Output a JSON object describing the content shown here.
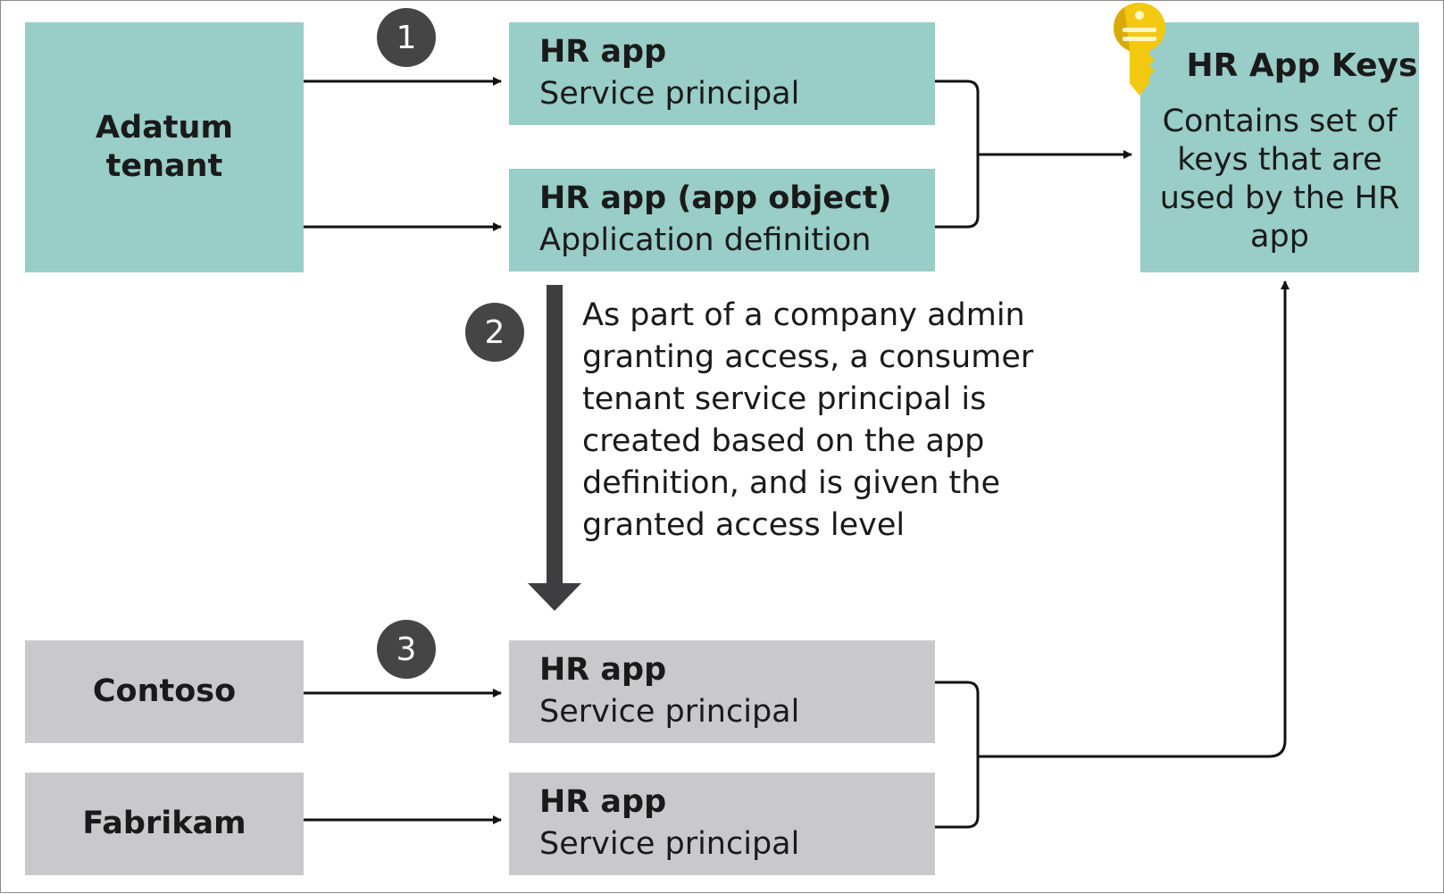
{
  "tenants": {
    "adatum": "Adatum tenant",
    "contoso": "Contoso",
    "fabrikam": "Fabrikam"
  },
  "adatum_service_principal": {
    "title": "HR app",
    "subtitle": "Service principal"
  },
  "adatum_app_object": {
    "title": "HR app (app object)",
    "subtitle": "Application definition"
  },
  "contoso_service_principal": {
    "title": "HR app",
    "subtitle": "Service principal"
  },
  "fabrikam_service_principal": {
    "title": "HR app",
    "subtitle": "Service principal"
  },
  "keys": {
    "title": "HR App Keys",
    "description": "Contains set of keys that are used by the HR app",
    "icon": "key-icon"
  },
  "steps": [
    "1",
    "2",
    "3"
  ],
  "note": "As part of a company admin granting access, a consumer tenant service principal is created based on the app definition, and is given the granted access level",
  "colors": {
    "adatum_boxes": "#99cdc7",
    "consumer_boxes": "#c9c9cb",
    "badge": "#454545",
    "key_icon": "#f2c811"
  }
}
